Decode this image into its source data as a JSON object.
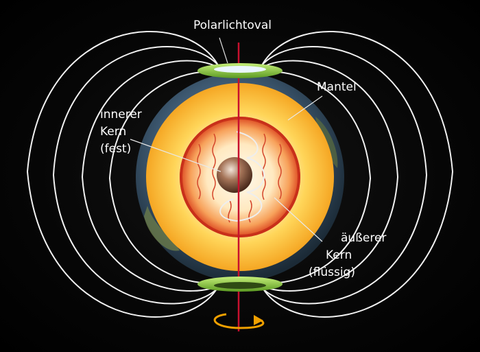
{
  "labels": {
    "aurora": "Polarlichtoval",
    "mantle": "Mantel",
    "inner_core": [
      "innerer",
      "Kern",
      "(fest)"
    ],
    "outer_core": [
      "äußerer",
      "Kern",
      "(flüssig)"
    ]
  },
  "colors": {
    "background": "#000000",
    "field_lines": "#f2f2f2",
    "rotation_axis": "#c8102e",
    "aurora_ring": "#8fd13a",
    "mantle_inner": "#ffffff",
    "mantle_outer": "#f5a623",
    "outer_core": "#d9401c",
    "inner_core": "#8a5a40",
    "rotation_arrow": "#f0a000"
  },
  "icons": {
    "rotation": "circular-arrow-icon"
  }
}
